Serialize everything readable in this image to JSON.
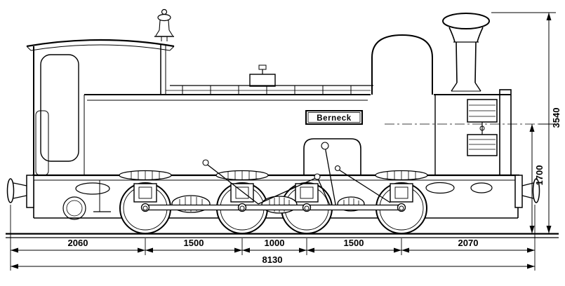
{
  "colors": {
    "ink": "#000000",
    "background": "#ffffff"
  },
  "nameplate": {
    "text": "Berneck"
  },
  "dimensions": {
    "bottom": [
      {
        "id": "front-overhang",
        "label": "2060"
      },
      {
        "id": "axle-1-2",
        "label": "1500"
      },
      {
        "id": "axle-2-3",
        "label": "1000"
      },
      {
        "id": "axle-3-4",
        "label": "1500"
      },
      {
        "id": "rear-overhang",
        "label": "2070"
      }
    ],
    "overall_length": {
      "label": "8130"
    },
    "right": [
      {
        "id": "overall-height",
        "label": "3540"
      },
      {
        "id": "boiler-centre-height",
        "label": "1700"
      }
    ]
  }
}
